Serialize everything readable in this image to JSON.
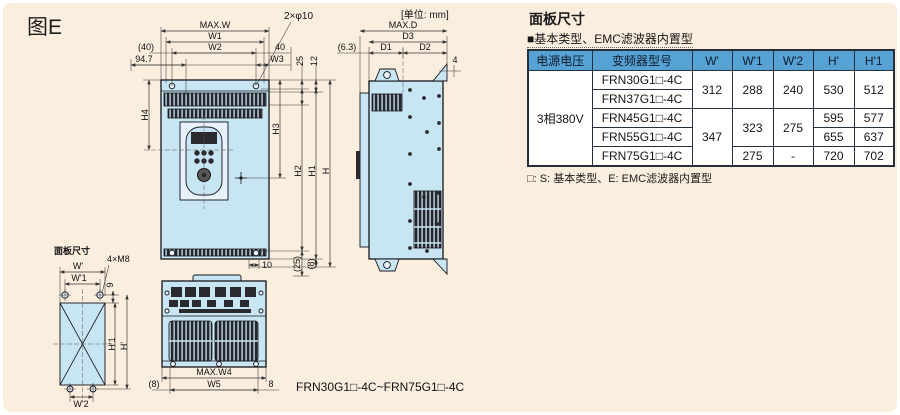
{
  "figure": {
    "label": "图E",
    "unit": "[单位: mm]",
    "range": "FRN30G1□-4C~FRN75G1□-4C"
  },
  "dims": {
    "front": {
      "maxw": "MAX.W",
      "w1": "W1",
      "w2": "W2",
      "off40l": "(40)",
      "off40r": "40",
      "off947": "94.7",
      "w3": "W3",
      "v25": "25",
      "v12": "12",
      "holes": "2×φ10",
      "h": "H",
      "h1": "H1",
      "h2": "H2",
      "h3": "H3",
      "h4": "H4",
      "b10": "10",
      "b25": "(25)",
      "b8": "(8)"
    },
    "side": {
      "maxd": "MAX.D",
      "d3": "D3",
      "d1": "D1",
      "d2": "D2",
      "off63": "(6.3)",
      "off4": "4"
    },
    "bottom": {
      "maxw4": "MAX.W4",
      "w5": "W5",
      "off8l": "(8)",
      "off8r": "8"
    },
    "panel": {
      "title": "面板尺寸",
      "w": "W'",
      "w1": "W'1",
      "w2": "W'2",
      "h": "H'",
      "h1": "H'1",
      "m8": "4×M8",
      "off9": "9"
    }
  },
  "panel_table": {
    "title": "面板尺寸",
    "subtitle": "■基本类型、EMC滤波器内置型",
    "headers": {
      "voltage": "电源电压",
      "model": "变频器型号",
      "w": "W'",
      "w1": "W'1",
      "w2": "W'2",
      "h": "H'",
      "h1": "H'1"
    },
    "voltage": "3相380V",
    "rows": [
      {
        "model": "FRN30G1□-4C",
        "w": "312",
        "w1": "288",
        "w2": "240",
        "h": "530",
        "h1": "512"
      },
      {
        "model": "FRN37G1□-4C"
      },
      {
        "model": "FRN45G1□-4C",
        "w": "347",
        "w1": "323",
        "w2": "275",
        "h": "595",
        "h1": "577"
      },
      {
        "model": "FRN55G1□-4C",
        "h": "655",
        "h1": "637"
      },
      {
        "model": "FRN75G1□-4C",
        "w1": "275",
        "w2": "-",
        "h": "720",
        "h1": "702"
      }
    ],
    "note": "□: S: 基本类型、E: EMC滤波器内置型"
  },
  "colors": {
    "page-bg": "#fbeede",
    "unit-blue": "#c8e5f4",
    "header-blue": "#57a2d5",
    "table-border": "#23303d"
  }
}
